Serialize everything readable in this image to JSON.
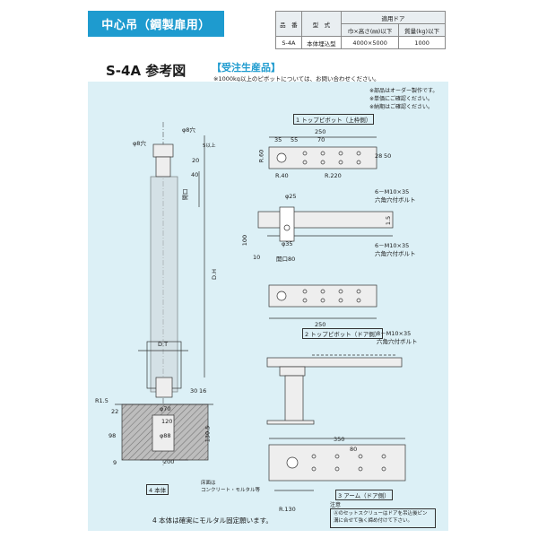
{
  "title": "中心吊（鋼製扉用）",
  "spec_table": {
    "headers": [
      "品　番",
      "型　式",
      "適用ドア"
    ],
    "subheaders": [
      "巾×高さ(㎜)以下",
      "質量(kg)以下"
    ],
    "row": [
      "S-4A",
      "本体埋込型",
      "4000×5000",
      "1000"
    ]
  },
  "heading": "S-4A 参考図",
  "made_to_order": "【受注生産品】",
  "note_1000": "※1000kg以上のピボットについては、お問い合わせください。",
  "notes_right": [
    "※部品はオーダー製作です。",
    "※単価にご確認ください。",
    "※納期はご確認ください。"
  ],
  "sections": {
    "top_pivot_frame": "1 トップピボット（上枠側）",
    "top_pivot_door": "2 トップピボット（ドア側）",
    "arm_door": "3 アーム（ドア側）",
    "body": "4 本体"
  },
  "labels": {
    "phi8_hole_a": "φ8穴",
    "phi8_hole_b": "φ8穴",
    "dh": "D.H",
    "dt": "D.T",
    "opening": "開口",
    "r15": "R1.5",
    "phi70": "φ70",
    "d120": "120",
    "phi88": "φ88",
    "d200": "200",
    "d130_5": "130.5",
    "d98": "98",
    "d22": "22",
    "d9": "9",
    "d30": "30",
    "d16": "16",
    "d20": "20",
    "d5": "5以上",
    "d70": "70",
    "d40": "40",
    "d250": "250",
    "d35": "35",
    "d55": "55",
    "d28": "28",
    "d50": "50",
    "r40": "R.40",
    "r220": "R.220",
    "r60": "R.60",
    "phi25": "φ25",
    "phi35": "φ35",
    "m10_top": "6－M10×35",
    "m10_top_sub": "六角穴付ボルト",
    "m10_mid": "6－M10×35",
    "m10_mid_sub": "六角穴付ボルト",
    "m10_bot": "8－M10×35",
    "m10_bot_sub": "六角穴付ボルト",
    "d100": "100",
    "d10": "10",
    "d1_5": "1.5",
    "opening80": "開口80",
    "d350": "350",
    "d80": "80",
    "r130": "R.130",
    "floor_note_1": "床面は",
    "floor_note_2": "コンクリート・モルタル等",
    "footer_note": "4 本体は確実にモルタル固定願います。",
    "caution_title": "注意",
    "caution_1": "Ⓐのセットスクリューはドアを吊込後ピン",
    "caution_2": "溝に合せて強く締め付けて下さい。"
  },
  "colors": {
    "accent": "#1e9bcf",
    "drawing_bg": "#dcf0f6",
    "hatch": "#9a9a9a"
  }
}
